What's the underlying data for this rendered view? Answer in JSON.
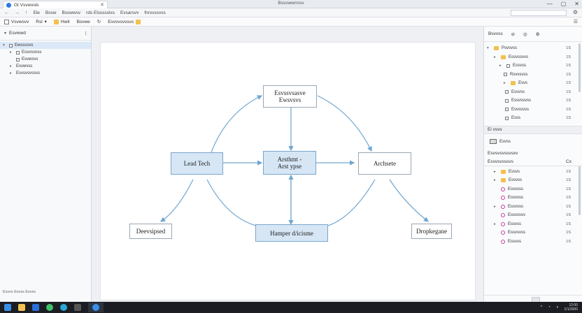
{
  "window": {
    "tab_title": "Gt Vsvwxsls",
    "title": "Bssvwwnnsv",
    "controls": [
      "—",
      "▢",
      "✕"
    ]
  },
  "address": {
    "items": [
      "Ele",
      "Bssw",
      "Bsswwsv",
      "rds Elssssslxs",
      "Evsarsvv",
      "fnrsvssvss"
    ],
    "field_placeholder": ""
  },
  "toolbar": {
    "items": [
      "Vsvwsvv",
      "Rsl",
      "Hwit",
      "Bsvwe",
      "Esvsvsvssvs"
    ]
  },
  "sidebar": {
    "header": "Esvwwd",
    "items": [
      {
        "label": "Ewssssvs",
        "selected": true
      },
      {
        "label": "Essvssnss",
        "selected": false
      },
      {
        "label": "Esvwsvs",
        "selected": false
      },
      {
        "label": "Esvwvsc",
        "selected": false
      },
      {
        "label": "Esvsvsvssvs",
        "selected": false
      }
    ]
  },
  "diagram": {
    "nodes": {
      "top": [
        "Esvssvsasve",
        "Ewsvsvs"
      ],
      "left": "Lead Tech",
      "center": [
        "Arsthmt -",
        "Arst ypse"
      ],
      "right": "Archsete",
      "bottom_left": "Deevsipsed",
      "bottom_center": "Hamper d/icisme",
      "bottom_right": "Dropkegane"
    }
  },
  "rpanel": {
    "tools": [
      "Bsvvss",
      "⊘",
      "◎",
      "⚙"
    ],
    "tree": [
      {
        "label": "Psvsvss",
        "count": "1S"
      },
      {
        "label": "Essvssvvs",
        "count": "1S"
      },
      {
        "label": "Essvss",
        "count": "1S"
      },
      {
        "label": "Rsvvsvss",
        "count": "1S"
      },
      {
        "label": "Esvs",
        "count": "1S"
      },
      {
        "label": "Essvss",
        "count": "1S"
      },
      {
        "label": "Essvssvss",
        "count": "1S"
      },
      {
        "label": "Esvssvss",
        "count": "1S"
      },
      {
        "label": "Esss",
        "count": "1S"
      }
    ],
    "section1": "Ei vsvs",
    "section1_item": "Esvss",
    "section2": "Esvsvsvssvsxv",
    "section3": "Essvsvsssvs",
    "section3_right": "Cx",
    "list": [
      {
        "label": "Essvs",
        "icon": "folder",
        "count": "1S"
      },
      {
        "label": "Essvss",
        "icon": "folder",
        "count": "1S"
      },
      {
        "label": "Essvsss",
        "icon": "circle",
        "count": "1S"
      },
      {
        "label": "Essvsss",
        "icon": "circle",
        "count": "1S"
      },
      {
        "label": "Essvsss",
        "icon": "circle",
        "count": "1S"
      },
      {
        "label": "Essvssvs",
        "icon": "circle",
        "count": "1S"
      },
      {
        "label": "Essvss",
        "icon": "circle",
        "count": "1S"
      },
      {
        "label": "Essvsvss",
        "icon": "circle",
        "count": "1S"
      },
      {
        "label": "Essvss",
        "icon": "circle",
        "count": "1S"
      }
    ]
  },
  "status": "Essvs Esvss Esvss",
  "taskbar": {
    "time": "12:00",
    "date": "1/1/2000"
  },
  "colors": {
    "arrow": "#6fa6cf",
    "node_blue": "#d6e6f5",
    "accent": "#2a7be4"
  }
}
